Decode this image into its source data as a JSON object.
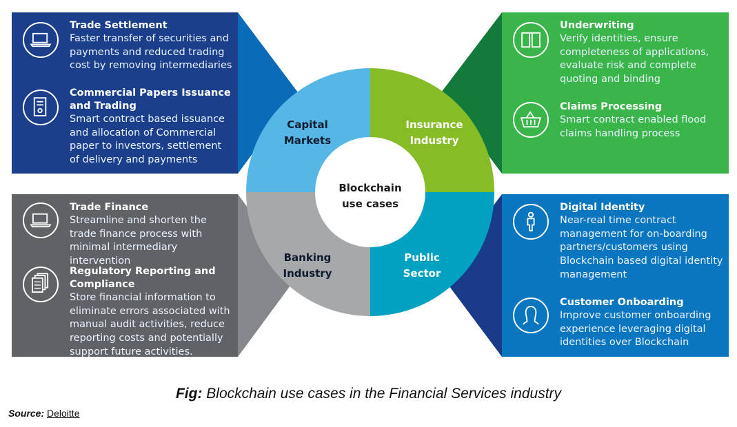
{
  "center": {
    "line1": "Blockchain",
    "line2": "use cases"
  },
  "segments": {
    "capital": {
      "line1": "Capital",
      "line2": "Markets",
      "color": "#56b7e6"
    },
    "insurance": {
      "line1": "Insurance",
      "line2": "Industry",
      "color": "#86bc25"
    },
    "banking": {
      "line1": "Banking",
      "line2": "Industry",
      "color": "#a7a8aa"
    },
    "public": {
      "line1": "Public",
      "line2": "Sector",
      "color": "#00a1c1"
    }
  },
  "panels": {
    "capital": {
      "color": "#1b3f8b",
      "items": [
        {
          "icon": "laptop-icon",
          "title": "Trade Settlement",
          "desc": "Faster transfer of securities and payments and reduced trading cost by removing intermediaries"
        },
        {
          "icon": "document-icon",
          "title": "Commercial Papers Issuance and Trading",
          "desc": "Smart contract based issuance and allocation of Commercial paper to investors, settlement of delivery and payments"
        }
      ]
    },
    "insurance": {
      "color": "#3ab54a",
      "items": [
        {
          "icon": "book-icon",
          "title": "Underwriting",
          "desc": "Verify identities, ensure completeness of applications, evaluate risk and complete quoting and binding"
        },
        {
          "icon": "basket-icon",
          "title": "Claims Processing",
          "desc": "Smart contract enabled flood claims handling process"
        }
      ]
    },
    "banking": {
      "color": "#606265",
      "items": [
        {
          "icon": "laptop-icon",
          "title": "Trade Finance",
          "desc": "Streamline and shorten the trade finance process with minimal intermediary intervention"
        },
        {
          "icon": "files-icon",
          "title": "Regulatory Reporting and Compliance",
          "desc": "Store financial information to eliminate errors associated with manual audit activities, reduce reporting costs and potentially support future activities."
        }
      ]
    },
    "public": {
      "color": "#0a76c0",
      "items": [
        {
          "icon": "person-icon",
          "title": "Digital Identity",
          "desc": "Near-real time contract management for on-boarding partners/customers using Blockchain based digital identity management"
        },
        {
          "icon": "head-icon",
          "title": "Customer Onboarding",
          "desc": "Improve customer onboarding experience leveraging digital identities over Blockchain"
        }
      ]
    }
  },
  "caption": {
    "prefix": "Fig:",
    "text": " Blockchain use cases in the Financial Services industry"
  },
  "source": {
    "label": "Source:",
    "link": "Deloitte"
  }
}
